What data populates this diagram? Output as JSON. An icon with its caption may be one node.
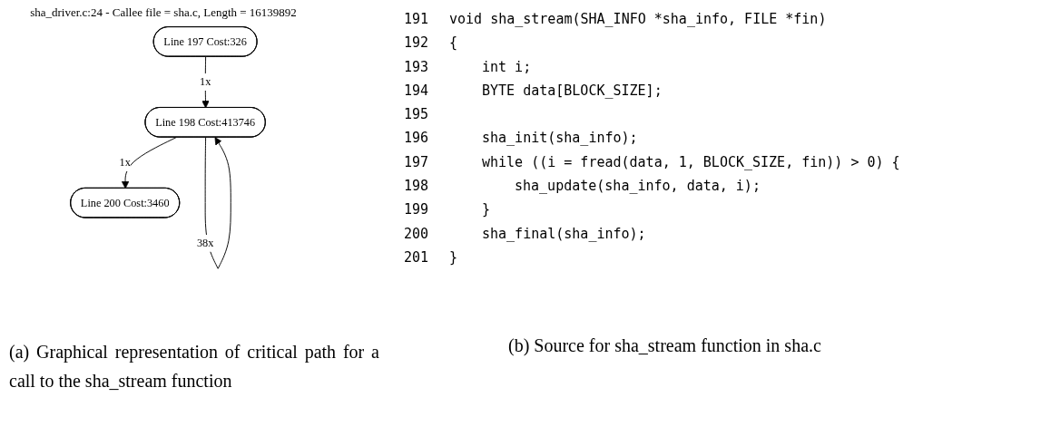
{
  "diagram": {
    "title": "sha_driver.c:24 - Callee file = sha.c, Length = 16139892",
    "nodes": [
      {
        "text": [
          "Line 197 Cost:326"
        ]
      },
      {
        "text": [
          "Line 198 Cost:413746"
        ]
      },
      {
        "text": [
          "Line 200 Cost:3460"
        ]
      }
    ],
    "edges": [
      {
        "from": 0,
        "to": 1,
        "arrow": "to",
        "label": "1x"
      },
      {
        "from": 1,
        "to": 1,
        "arrow": "to",
        "label": "38x"
      },
      {
        "from": 1,
        "to": 2,
        "arrow": "to",
        "label": "1x"
      }
    ],
    "labels": [
      "191",
      "void sha_stream(SHA_INFO *sha_info, FILE *fin)",
      "192",
      "{",
      "193",
      "int i;",
      "194",
      "BYTE data[BLOCK_SIZE];",
      "195",
      "196",
      "sha_init(sha_info);",
      "197",
      "while ((i = fread(data, 1, BLOCK_SIZE, fin)) > 0) {",
      "198",
      "sha_update(sha_info, data, i);",
      "199",
      "}",
      "200",
      "sha_final(sha_info);",
      "201",
      "}",
      "(a) Graphical representation of critical path for a call to the sha_stream function",
      "(b) Source for sha_stream function in sha.c"
    ]
  }
}
